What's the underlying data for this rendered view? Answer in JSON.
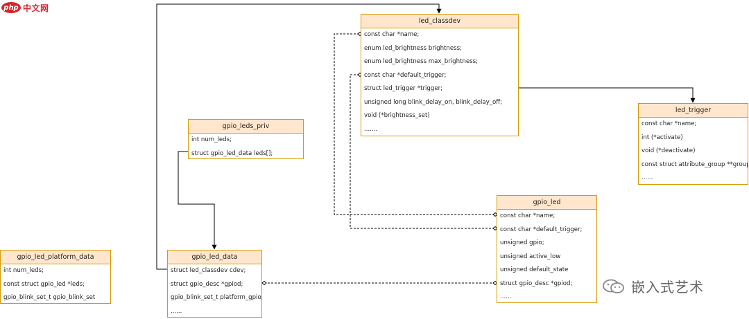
{
  "logo": {
    "mark": "php",
    "text": "中文网"
  },
  "watermark": {
    "text": "嵌入式艺术"
  },
  "boxes": {
    "led_classdev": {
      "title": "led_classdev",
      "fields": [
        "const char *name;",
        "enum led_brightness brightness;",
        "enum led_brightness max_brightness;",
        "const char *default_trigger;",
        "struct led_trigger *trigger;",
        "unsigned long blink_delay_on, blink_delay_off;",
        "void (*brightness_set)",
        "......."
      ]
    },
    "led_trigger": {
      "title": "led_trigger",
      "fields": [
        "const char *name;",
        "int (*activate)",
        "void (*deactivate)",
        "const struct attribute_group **groups;",
        "......"
      ]
    },
    "gpio_leds_priv": {
      "title": "gpio_leds_priv",
      "fields": [
        "int num_leds;",
        "struct gpio_led_data leds[];"
      ]
    },
    "gpio_led": {
      "title": "gpio_led",
      "fields": [
        "const char *name;",
        "const char *default_trigger;",
        "unsigned gpio;",
        "unsigned active_low",
        "unsigned default_state",
        "struct gpio_desc *gpiod;",
        "......"
      ]
    },
    "gpio_led_platform_data": {
      "title": "gpio_led_platform_data",
      "fields": [
        "int num_leds;",
        "const struct gpio_led *leds;",
        "gpio_blink_set_t gpio_blink_set"
      ]
    },
    "gpio_led_data": {
      "title": "gpio_led_data",
      "fields": [
        "struct led_classdev cdev;",
        "struct gpio_desc *gpiod;",
        "gpio_blink_set_t platform_gpio_blink_set;",
        "......"
      ]
    }
  },
  "colors": {
    "header_fill": "#ffe6cc",
    "border": "#d79b00",
    "edge": "#000000"
  }
}
